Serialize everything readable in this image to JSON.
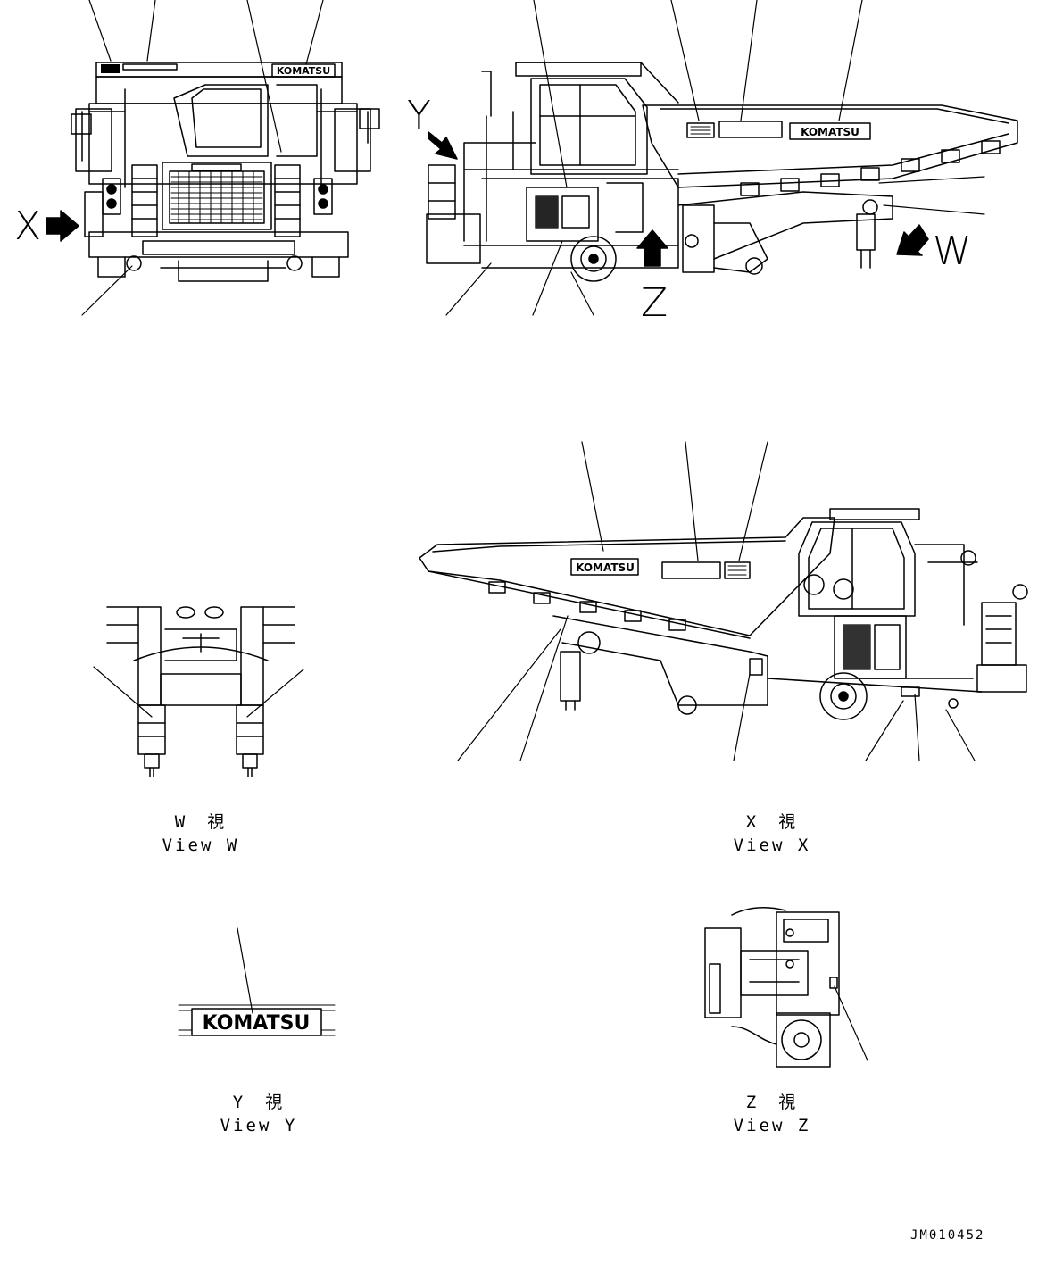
{
  "drawing_code": "JM010452",
  "brand_logo": "KOMATSU",
  "view_letters": {
    "w": "W",
    "x": "X",
    "y": "Y",
    "z": "Z"
  },
  "captions": {
    "w": {
      "jp": "W　視",
      "en": "View W"
    },
    "x": {
      "jp": "X　視",
      "en": "View X"
    },
    "y": {
      "jp": "Y　視",
      "en": "View Y"
    },
    "z": {
      "jp": "Z　視",
      "en": "View Z"
    }
  },
  "colors": {
    "ink": "#000000",
    "paper": "#ffffff"
  }
}
